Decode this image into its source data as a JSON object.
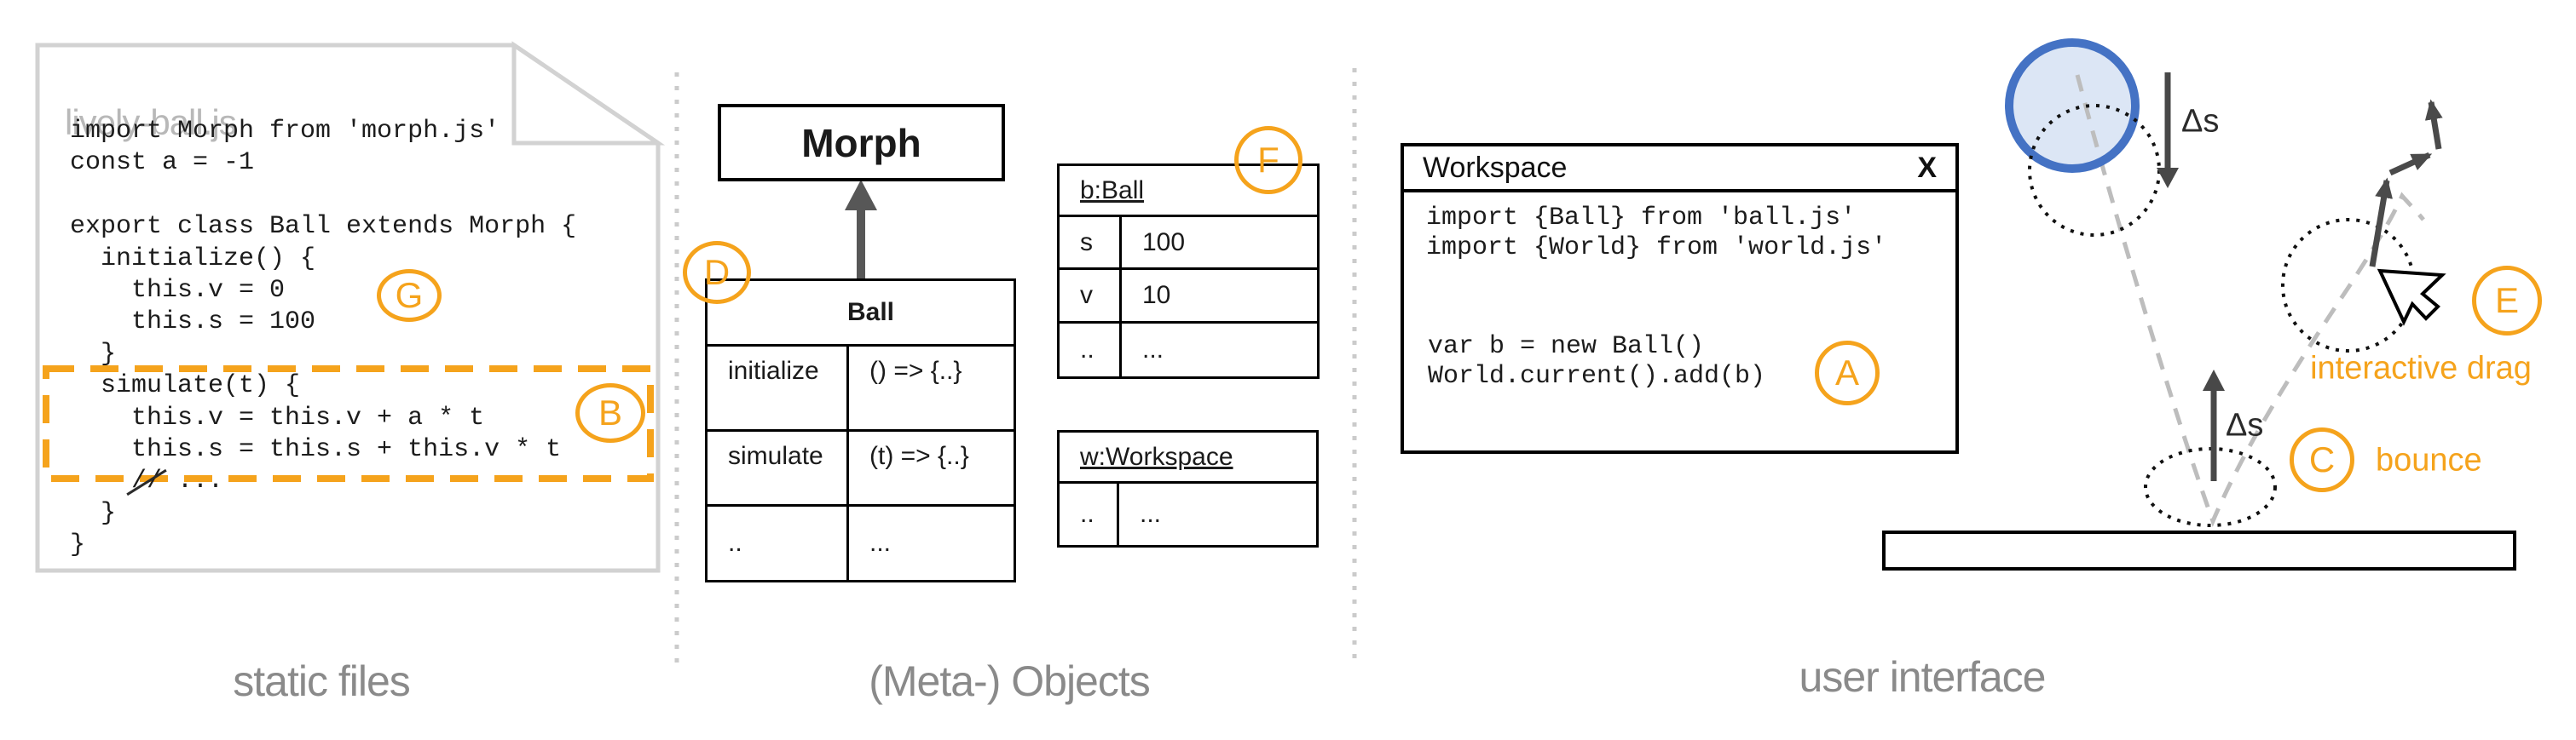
{
  "sections": {
    "static_files": "static files",
    "meta_objects": "(Meta-) Objects",
    "user_interface": "user interface"
  },
  "file": {
    "name": "lively-ball.js",
    "code_lines": [
      "import Morph from 'morph.js'",
      "const a = -1",
      "",
      "export class Ball extends Morph {",
      "  initialize() {",
      "    this.v = 0",
      "    this.s = 100",
      "  }",
      "  simulate(t) {",
      "    this.v = this.v + a * t",
      "    this.s = this.s + this.v * t",
      "  }",
      "}"
    ],
    "comment_line": {
      "indent": "    ",
      "slashes": "//",
      "rest": " ..."
    }
  },
  "badges": {
    "a": "A",
    "b": "B",
    "c": "C",
    "d": "D",
    "e": "E",
    "f": "F",
    "g": "G"
  },
  "morph_box": {
    "label": "Morph"
  },
  "ball_class_table": {
    "title": "Ball",
    "rows": [
      [
        "initialize",
        "() => {..}"
      ],
      [
        "simulate",
        "(t) => {..}"
      ],
      [
        "..",
        "..."
      ]
    ]
  },
  "b_ball_table": {
    "title": "b:Ball",
    "rows": [
      [
        "s",
        "100"
      ],
      [
        "v",
        "10"
      ],
      [
        "..",
        "..."
      ]
    ]
  },
  "w_workspace_table": {
    "title": "w:Workspace",
    "rows": [
      [
        "..",
        "..."
      ]
    ]
  },
  "workspace_window": {
    "title": "Workspace",
    "close_label": "X",
    "import_lines": [
      "import {Ball} from 'ball.js'",
      "import {World} from 'world.js'"
    ],
    "eval_lines": [
      "var b = new Ball()",
      "World.current().add(b)"
    ]
  },
  "annotations": {
    "delta_s_fall": "Δs",
    "delta_s_bounce": "Δs",
    "bounce": "bounce",
    "interactive_drag": "interactive drag"
  },
  "colors": {
    "accent_orange": "#F5A31C",
    "ball_stroke": "#4472C4",
    "ball_fill": "#DCE6F5",
    "label_gray": "#8A8A8A",
    "file_border_gray": "#D2D2D2",
    "arrow_dark": "#4A4A4A",
    "trajectory_gray": "#BDBDBD"
  }
}
